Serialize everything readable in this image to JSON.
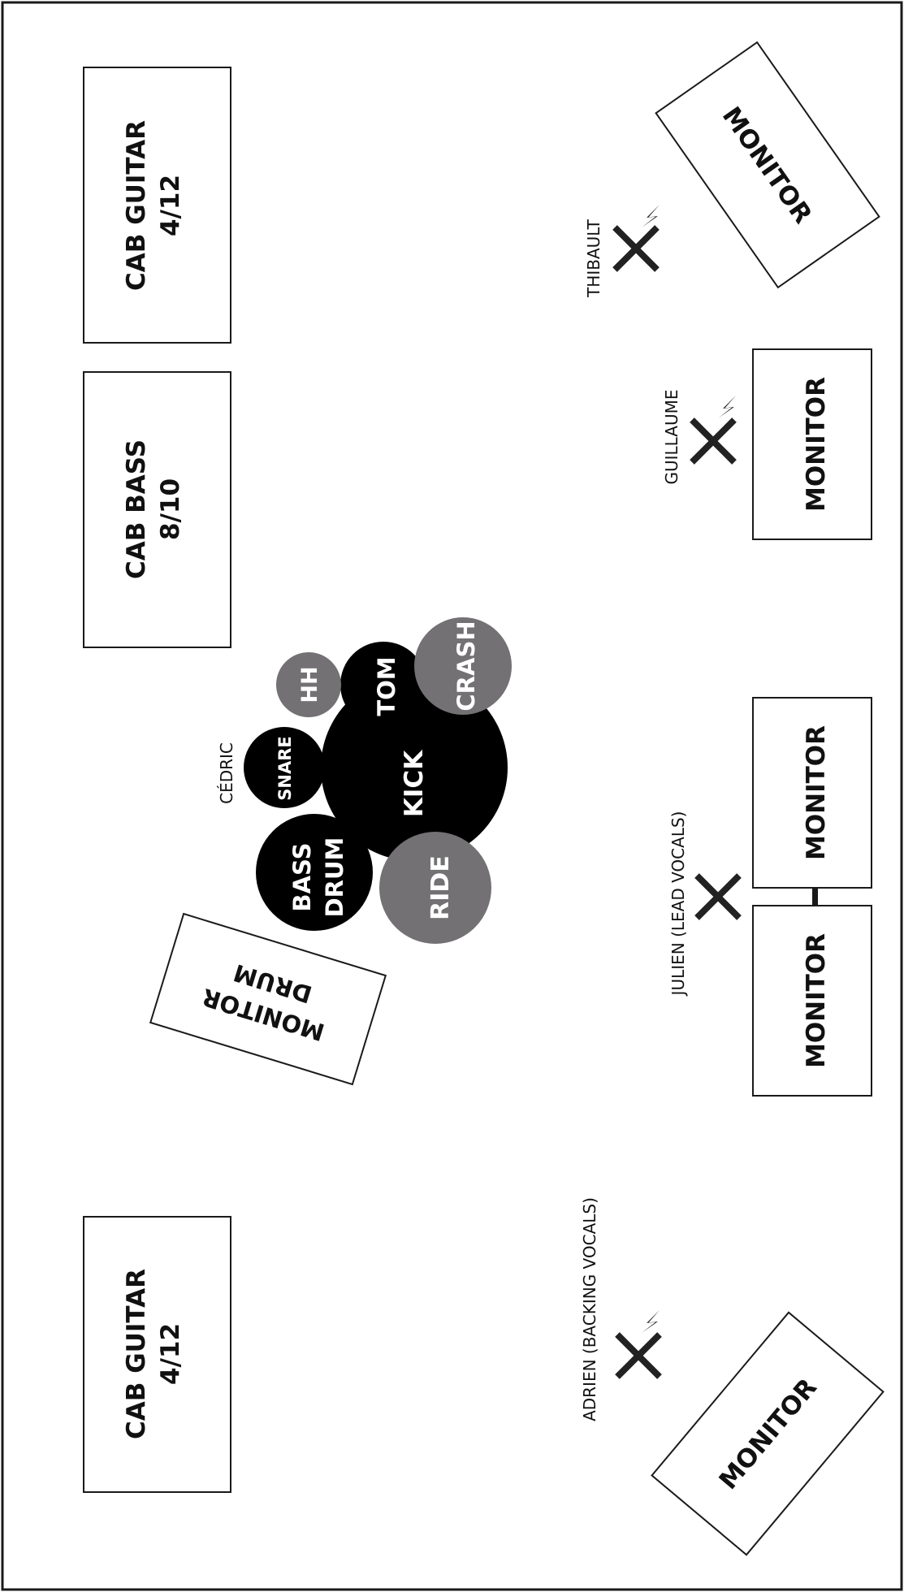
{
  "cabinets": {
    "guitar_top": [
      "CAB GUITAR",
      "4/12"
    ],
    "bass": [
      "CAB BASS",
      "8/10"
    ],
    "guitar_bottom": [
      "CAB GUITAR",
      "4/12"
    ]
  },
  "drums": {
    "kick": "KICK",
    "tom": "TOM",
    "hh": "HH",
    "crash": "CRASH",
    "snare": "SNARE",
    "bass_drum": [
      "BASS",
      "DRUM"
    ],
    "ride": "RIDE",
    "drummer": "CÉDRIC"
  },
  "monitors": {
    "label": "MONITOR",
    "drum_monitor": [
      "MONITOR",
      "DRUM"
    ]
  },
  "musicians": {
    "thibault": "THIBAULT",
    "guillaume": "GUILLAUME",
    "julien": "JULIEN (LEAD VOCALS)",
    "adrien": "ADRIEN (BACKING VOCALS)"
  },
  "colors": {
    "black_drum": "#000000",
    "cymbal": "#737173",
    "stroke": "#1a1a1a"
  }
}
